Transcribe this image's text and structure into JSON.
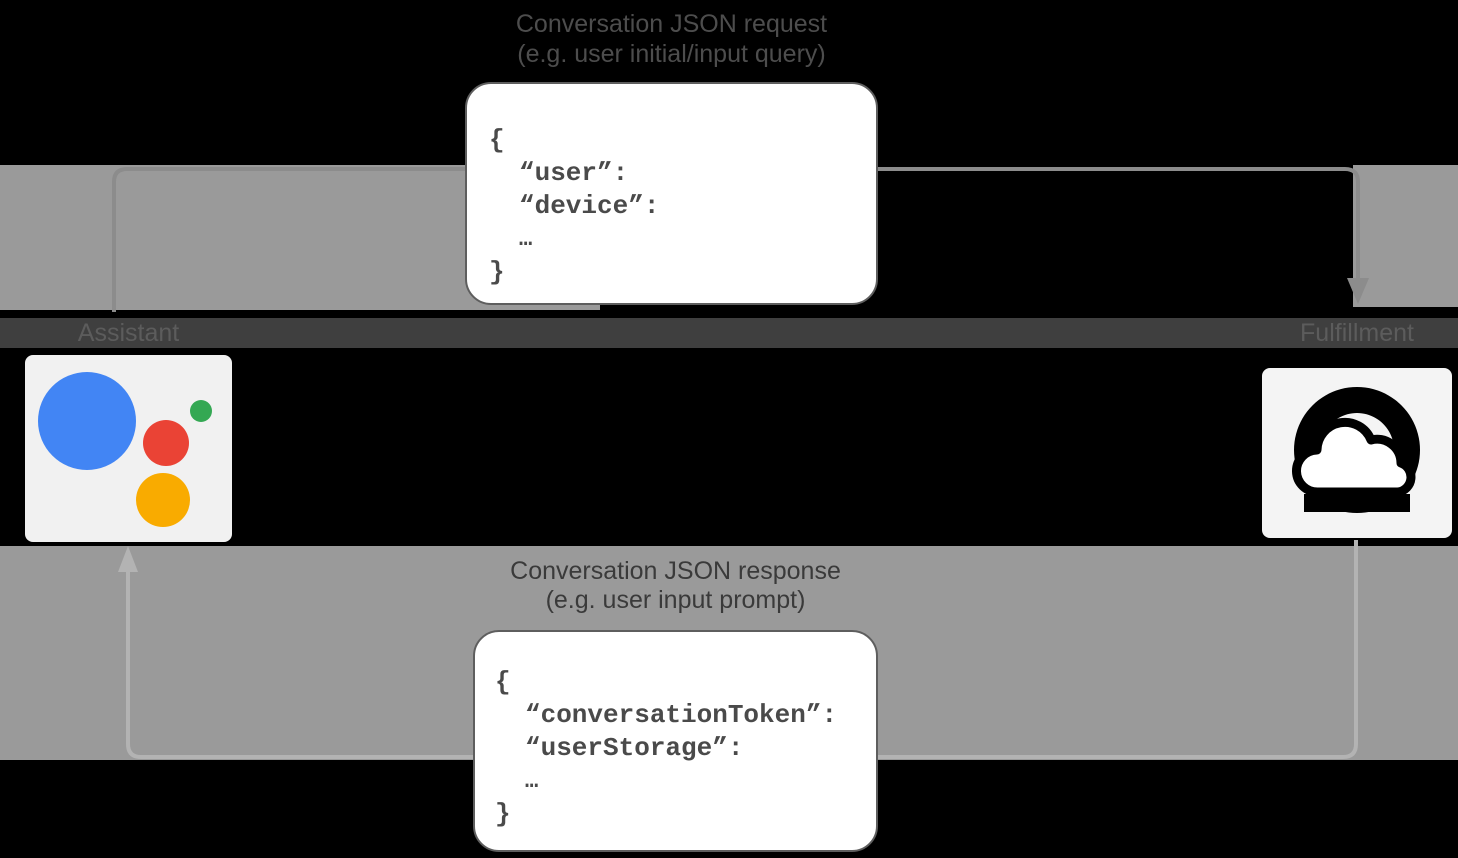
{
  "request": {
    "title1": "Conversation JSON request",
    "title2": "(e.g. user initial/input query)",
    "json": [
      "{",
      "“user”:",
      "“device”:",
      "…",
      "}"
    ]
  },
  "response": {
    "title1": "Conversation JSON response",
    "title2": "(e.g. user input prompt)",
    "json": [
      "{",
      "“conversationToken”:",
      "“userStorage”:",
      "…",
      "}"
    ]
  },
  "nodes": {
    "assistant": "Assistant",
    "fulfillment": "Fulfillment"
  },
  "colors": {
    "background": "#000000",
    "flow_band": "#9a9a9a",
    "label_band": "#3f3f3f",
    "arrow_request": "#8c8c8c",
    "arrow_response": "#b3b3b3",
    "card_bg": "#ffffff",
    "json_text": "#4a4a4a",
    "assistant_blue": "#4285f4",
    "assistant_green": "#34a853",
    "assistant_red": "#ea4335",
    "assistant_yellow": "#f9ab00",
    "cloud_glyph": "#000000"
  }
}
